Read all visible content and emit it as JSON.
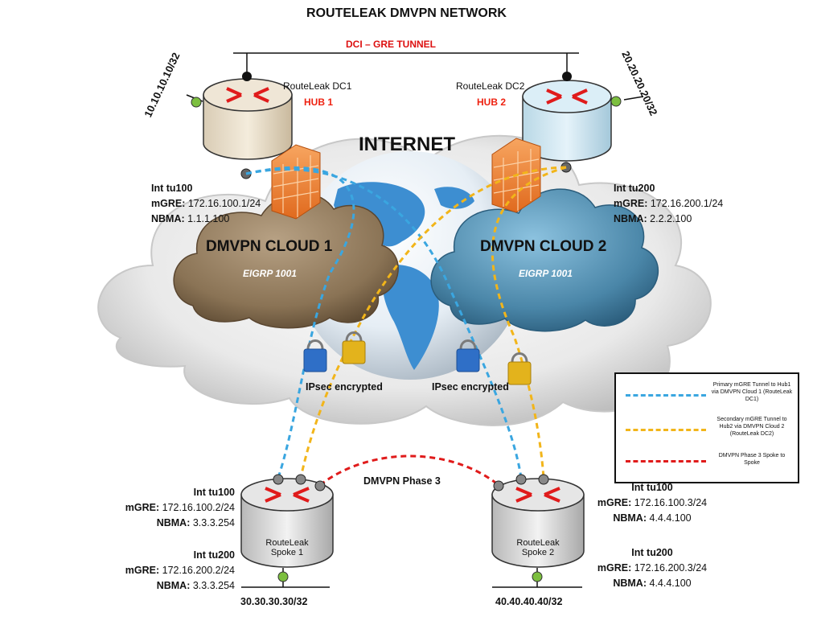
{
  "title": "ROUTELEAK DMVPN NETWORK",
  "dci_label": "DCI – GRE TUNNEL",
  "internet_label": "INTERNET",
  "hub1": {
    "name": "RouteLeak DC1",
    "role": "HUB 1",
    "loopback": "10.10.10.10/32",
    "interface": "Int tu100",
    "mgre_key": "mGRE:",
    "mgre": "172.16.100.1/24",
    "nbma_key": "NBMA:",
    "nbma": "1.1.1.100"
  },
  "hub2": {
    "name": "RouteLeak DC2",
    "role": "HUB 2",
    "loopback": "20.20.20.20/32",
    "interface": "Int tu200",
    "mgre_key": "mGRE:",
    "mgre": "172.16.200.1/24",
    "nbma_key": "NBMA:",
    "nbma": "2.2.2.100"
  },
  "cloud1": {
    "label": "DMVPN CLOUD 1",
    "protocol": "EIGRP 1001",
    "color": "#8a7355"
  },
  "cloud2": {
    "label": "DMVPN CLOUD 2",
    "protocol": "EIGRP 1001",
    "color": "#4a86a8"
  },
  "ipsec_left": "IPsec encrypted",
  "ipsec_right": "IPsec encrypted",
  "phase3_label": "DMVPN Phase 3",
  "spoke1": {
    "name_line1": "RouteLeak",
    "name_line2": "Spoke 1",
    "network": "30.30.30.30/32",
    "tu100": {
      "interface": "Int tu100",
      "mgre_key": "mGRE:",
      "mgre": "172.16.100.2/24",
      "nbma_key": "NBMA:",
      "nbma": "3.3.3.254"
    },
    "tu200": {
      "interface": "Int tu200",
      "mgre_key": "mGRE:",
      "mgre": "172.16.200.2/24",
      "nbma_key": "NBMA:",
      "nbma": "3.3.3.254"
    }
  },
  "spoke2": {
    "name_line1": "RouteLeak",
    "name_line2": "Spoke 2",
    "network": "40.40.40.40/32",
    "tu100": {
      "interface": "Int tu100",
      "mgre_key": "mGRE:",
      "mgre": "172.16.100.3/24",
      "nbma_key": "NBMA:",
      "nbma": "4.4.4.100"
    },
    "tu200": {
      "interface": "Int tu200",
      "mgre_key": "mGRE:",
      "mgre": "172.16.200.3/24",
      "nbma_key": "NBMA:",
      "nbma": "4.4.4.100"
    }
  },
  "legend": {
    "items": [
      {
        "text": "Primary mGRE Tunnel to Hub1 via DMVPN Cloud 1 (RouteLeak DC1)",
        "color": "#3aa6e0"
      },
      {
        "text": "Secondary mGRE Tunnel to Hub2 via DMVPN Cloud 2 (RouteLeak DC2)",
        "color": "#f2b51a"
      },
      {
        "text": "DMVPN Phase 3 Spoke to Spoke",
        "color": "#e01b1b"
      }
    ]
  },
  "colors": {
    "primary_tunnel": "#3aa6e0",
    "secondary_tunnel": "#f2b51a",
    "phase3": "#e01b1b",
    "hub_title": "#e21b1b",
    "dci": "#d11111"
  }
}
